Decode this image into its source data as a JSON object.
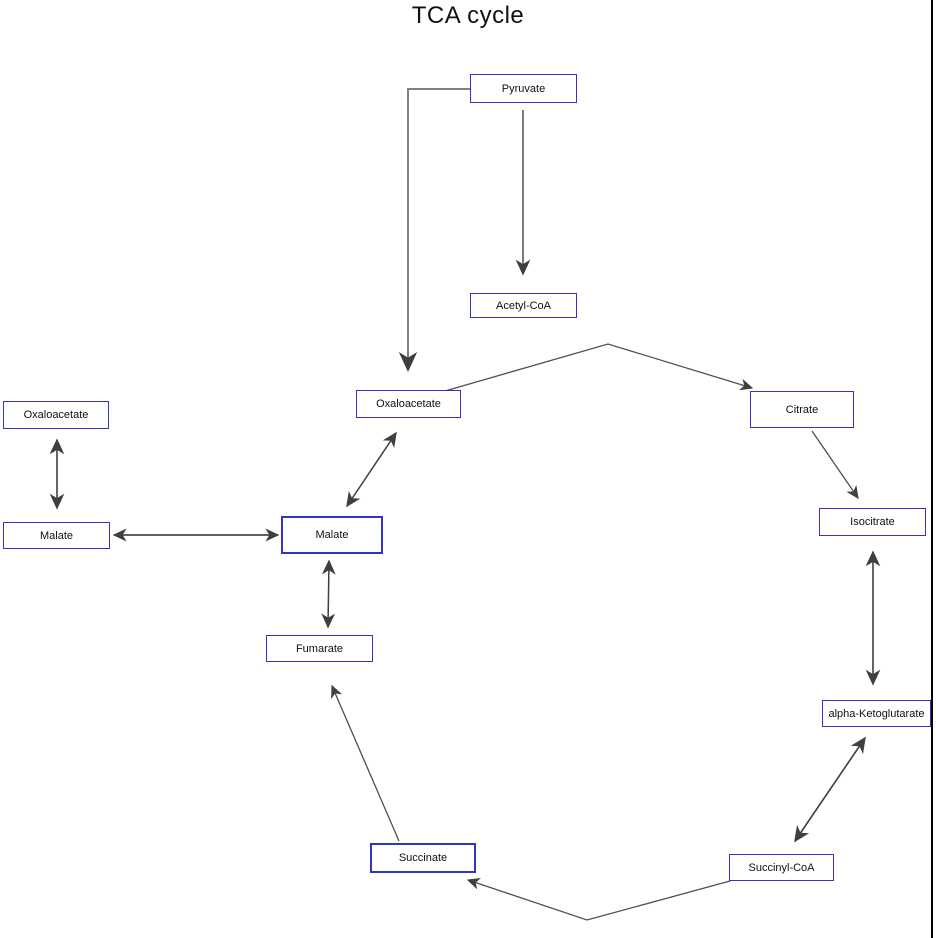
{
  "title": "TCA cycle",
  "diagram": {
    "nodes": [
      {
        "id": "pyruvate",
        "label": "Pyruvate"
      },
      {
        "id": "acetyl-coa",
        "label": "Acetyl-CoA"
      },
      {
        "id": "oxaloacetate",
        "label": "Oxaloacetate"
      },
      {
        "id": "citrate",
        "label": "Citrate"
      },
      {
        "id": "isocitrate",
        "label": "Isocitrate"
      },
      {
        "id": "alpha-ketoglutarate",
        "label": "alpha-Ketoglutarate"
      },
      {
        "id": "succinyl-coa",
        "label": "Succinyl-CoA"
      },
      {
        "id": "succinate",
        "label": "Succinate"
      },
      {
        "id": "fumarate",
        "label": "Fumarate"
      },
      {
        "id": "malate",
        "label": "Malate"
      },
      {
        "id": "malate-left",
        "label": "Malate"
      },
      {
        "id": "oxaloacetate-left",
        "label": "Oxaloacetate"
      }
    ],
    "edges": [
      {
        "from": "Pyruvate",
        "to": "Oxaloacetate",
        "type": "one-way"
      },
      {
        "from": "Pyruvate",
        "to": "Acetyl-CoA",
        "type": "one-way"
      },
      {
        "from": "Oxaloacetate",
        "to": "Citrate",
        "type": "one-way",
        "note": "via junction below Acetyl-CoA"
      },
      {
        "from": "Citrate",
        "to": "Isocitrate",
        "type": "one-way"
      },
      {
        "from": "Isocitrate",
        "to": "alpha-Ketoglutarate",
        "type": "two-way"
      },
      {
        "from": "alpha-Ketoglutarate",
        "to": "Succinyl-CoA",
        "type": "two-way"
      },
      {
        "from": "Succinyl-CoA",
        "to": "Succinate",
        "type": "one-way"
      },
      {
        "from": "Succinate",
        "to": "Fumarate",
        "type": "one-way"
      },
      {
        "from": "Fumarate",
        "to": "Malate",
        "type": "two-way"
      },
      {
        "from": "Malate",
        "to": "Oxaloacetate",
        "type": "two-way"
      },
      {
        "from": "Malate",
        "to": "Malate (left)",
        "type": "two-way"
      },
      {
        "from": "Malate (left)",
        "to": "Oxaloacetate (left)",
        "type": "two-way"
      }
    ],
    "colors": {
      "node_border": "#3333cc",
      "node_background": "#ffffff",
      "edge_line": "#4f4f4f",
      "elbow_line": "#7f7f7f",
      "arrowhead": "#3f3f3f",
      "frame_line": "#000000",
      "text": "#111111"
    }
  }
}
